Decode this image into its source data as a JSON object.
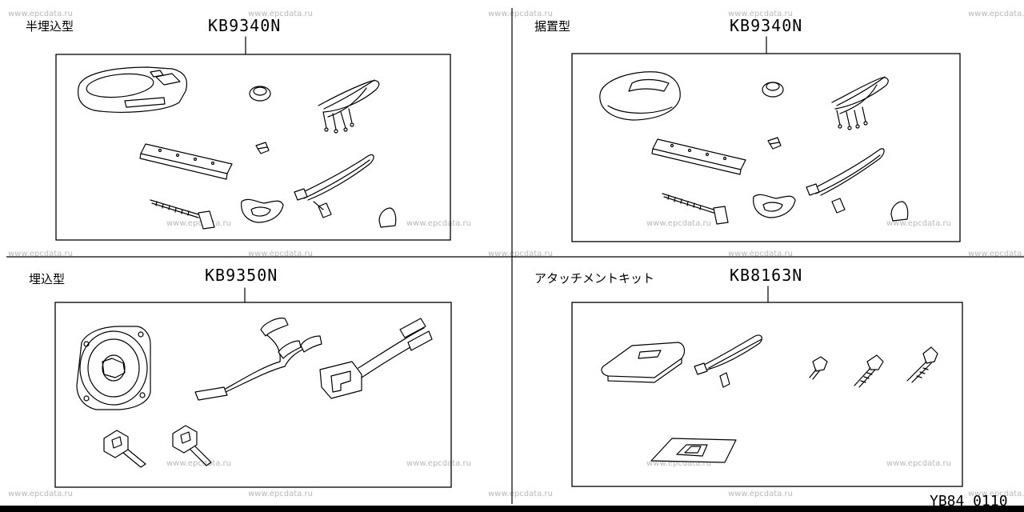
{
  "watermark": "www.epcdata.ru",
  "reference_code": "YB84 0110",
  "panels": [
    {
      "label": "半埋込型",
      "code": "KB9340N"
    },
    {
      "label": "据置型",
      "code": "KB9340N"
    },
    {
      "label": "埋込型",
      "code": "KB9350N"
    },
    {
      "label": "アタッチメントキット",
      "code": "KB8163N"
    }
  ]
}
